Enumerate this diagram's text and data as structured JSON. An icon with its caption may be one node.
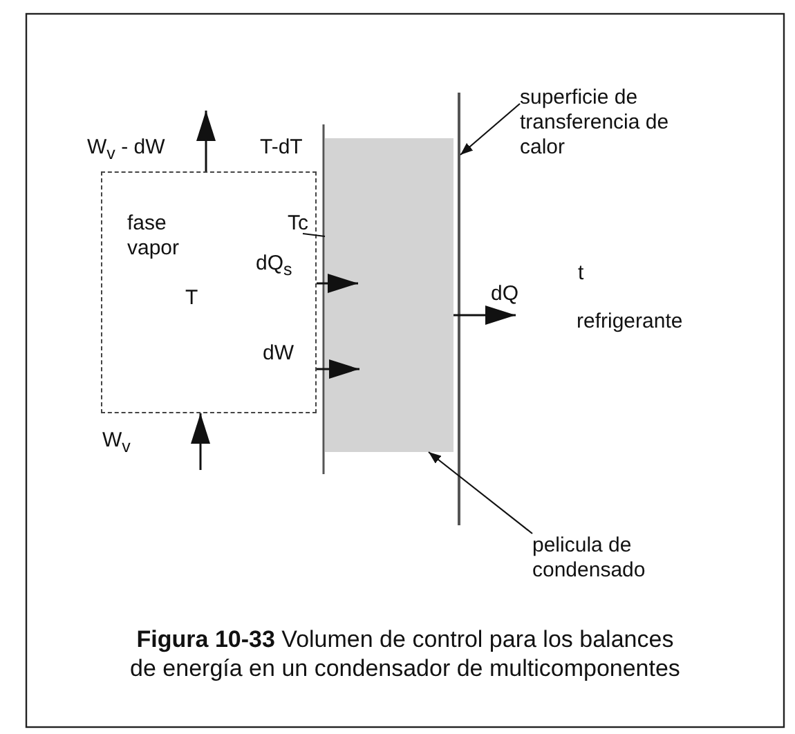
{
  "diagram": {
    "caption": "**Figura 10-33**  Volumen de control para los balances de energía en un condensador de multicomponentes",
    "nodes": [
      {
        "text": [
          "fase vapor",
          "T"
        ]
      },
      {
        "text": [],
        "shape": "box"
      },
      {
        "text": [
          "superficie de transferencia de calor"
        ]
      },
      {
        "text": [],
        "shape": "bar"
      },
      {
        "text": [
          "pelicula de condensado"
        ]
      },
      {
        "text": [
          "Tc"
        ],
        "in": 0
      }
    ],
    "edges": [
      {
        "from": 0,
        "to": null,
        "arrow": "to",
        "label": "W$_{v}$ - dW"
      },
      {
        "from": null,
        "to": 0,
        "arrow": "to",
        "label": "W$_{v}$"
      },
      {
        "from": 0,
        "to": 1,
        "arrow": "to",
        "label": "dQ$_{s}$"
      },
      {
        "from": 0,
        "to": 1,
        "arrow": "to",
        "label": "dW"
      },
      {
        "from": 1,
        "to": null,
        "arrow": "to",
        "label": "dQ"
      },
      {
        "from": 2,
        "to": 3,
        "arrow": "to"
      },
      {
        "from": 4,
        "to": 1,
        "arrow": "to"
      },
      {
        "from": 5,
        "to": 1,
        "arrow": "none"
      }
    ],
    "labels": [
      "T-dT",
      "t",
      "refrigerante"
    ]
  }
}
